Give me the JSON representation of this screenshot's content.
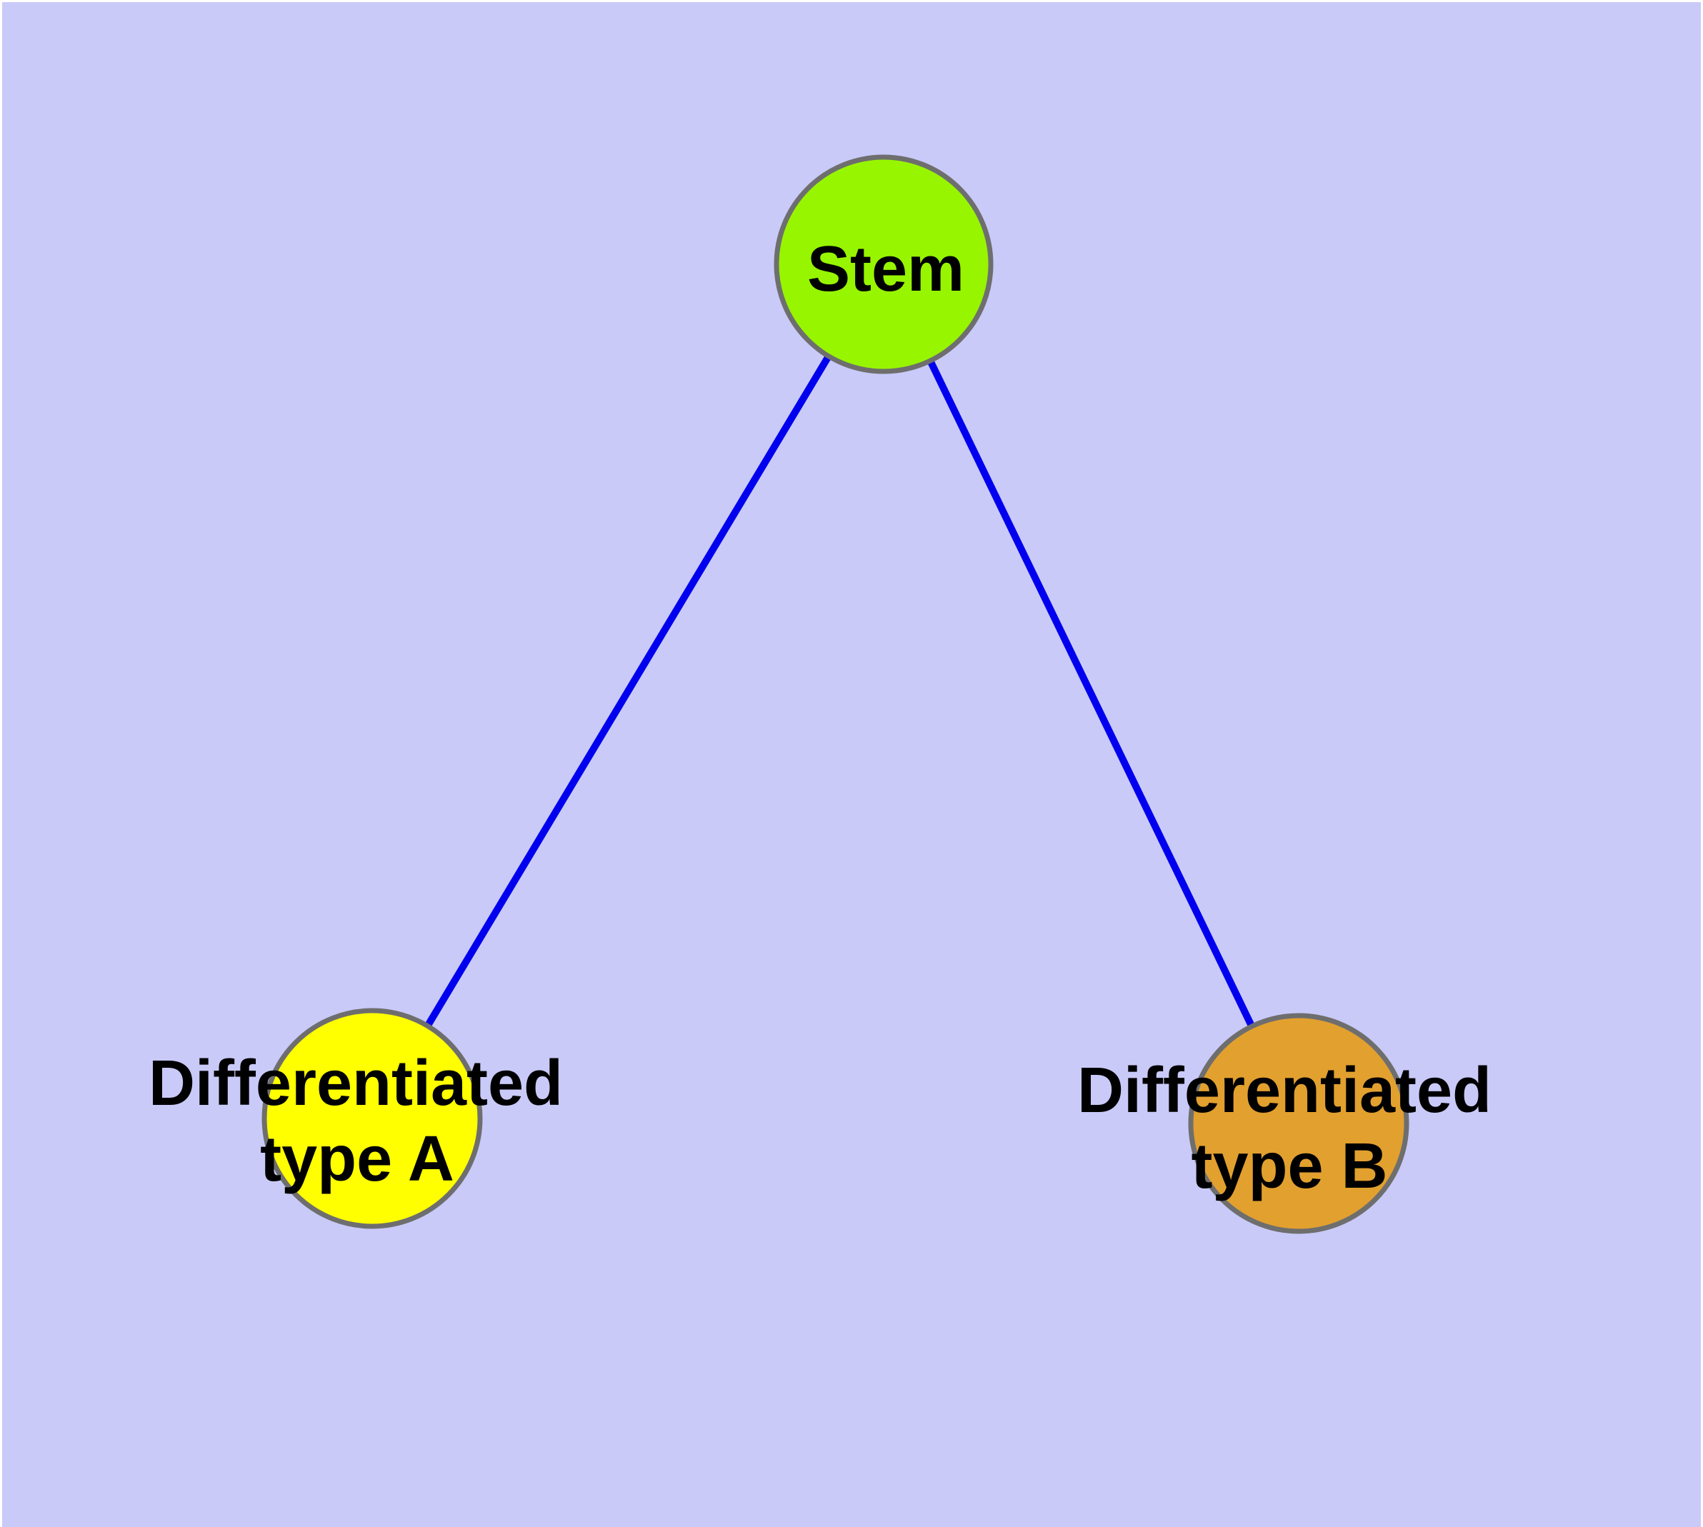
{
  "colors": {
    "page_border": "#FFFFFF",
    "background": "#C9CAF8",
    "edge": "#0000EE",
    "node_outline": "#6E6E6E",
    "label_text": "#000000"
  },
  "graph": {
    "nodes": [
      {
        "id": "stem",
        "label": "Stem",
        "label_line1": "Stem",
        "label_line2": "",
        "fill": "#97F500"
      },
      {
        "id": "type_a",
        "label": "Differentiated type A",
        "label_line1": "Differentiated",
        "label_line2": "type A",
        "fill": "#FFFF00"
      },
      {
        "id": "type_b",
        "label": "Differentiated type B",
        "label_line1": "Differentiated",
        "label_line2": "type B",
        "fill": "#E2A02F"
      }
    ],
    "edges": [
      {
        "source": "stem",
        "target": "type_a"
      },
      {
        "source": "stem",
        "target": "type_b"
      }
    ]
  }
}
